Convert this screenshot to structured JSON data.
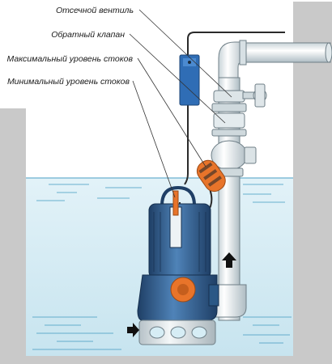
{
  "labels": {
    "shutoff_valve": "Отсечной вентиль",
    "check_valve": "Обратный клапан",
    "max_level": "Максимальный уровень стоков",
    "min_level": "Минимальный уровень стоков"
  },
  "colors": {
    "water": "#d6edf5",
    "water_line": "#4a9fc4",
    "wall_gray": "#c9c9c9",
    "pipe": "#eef3f5",
    "pump_blue": "#3d6fa3",
    "pump_dark": "#1f3f66",
    "float_orange": "#e8742a",
    "control_box": "#2f6db5",
    "arrow": "#111111"
  }
}
